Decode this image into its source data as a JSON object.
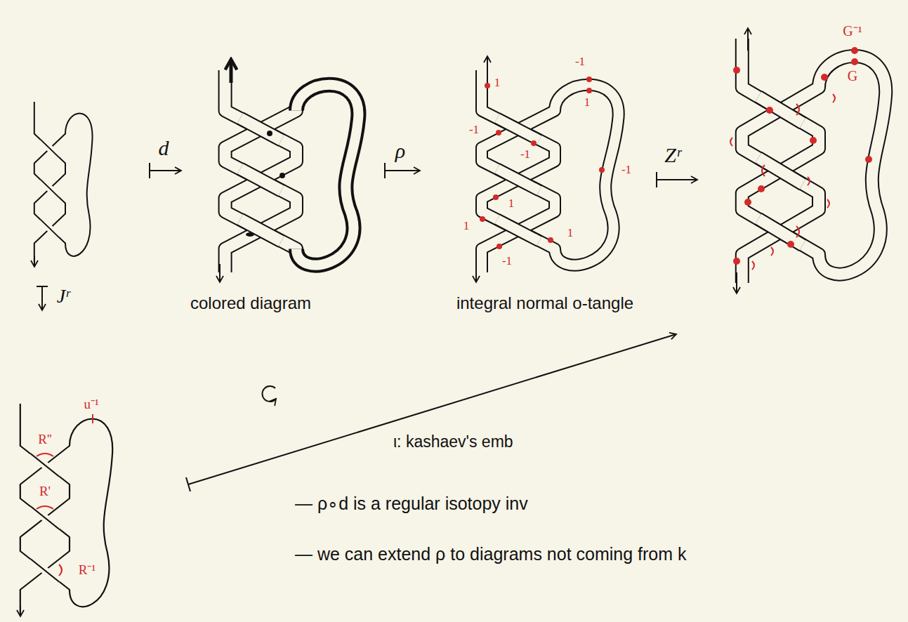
{
  "diagram": {
    "labels": [
      "G⁻¹",
      "-1",
      "1",
      "d",
      "ρ",
      "Zʳ",
      "G",
      "1",
      "-1",
      "-1",
      "-1",
      "1",
      "1",
      "1",
      "-1",
      "Jʳ",
      "colored diagram",
      "integral normal o-tangle",
      "u⁻¹",
      "R''",
      "R'",
      "R⁻¹",
      "ι: kashaev's emb",
      "— ρ∘d is a regular isotopy inv",
      "— we can extend ρ to diagrams not coming from k"
    ]
  }
}
